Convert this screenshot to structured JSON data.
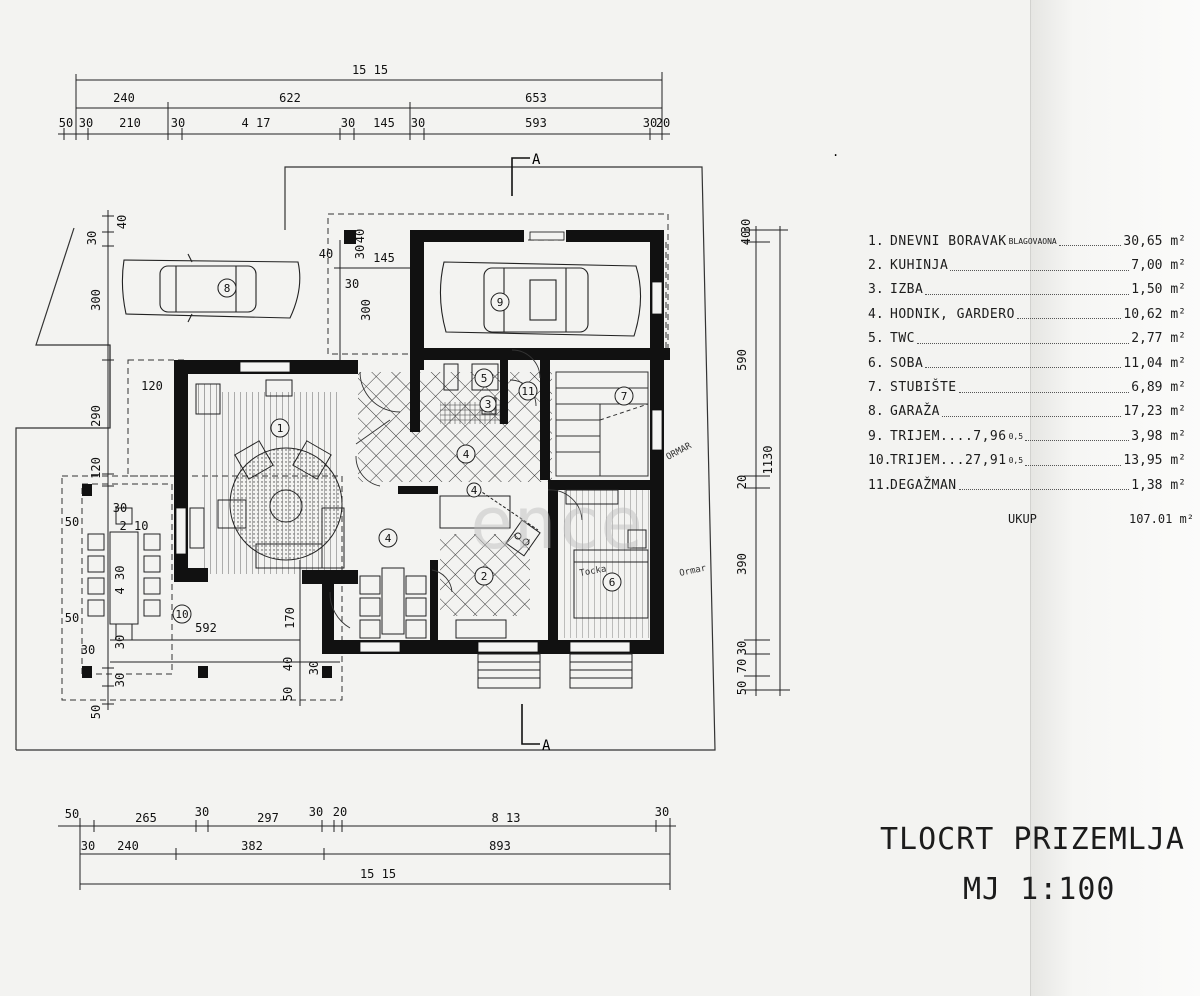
{
  "dimensions": {
    "top": {
      "overall": "15 15",
      "row2": [
        "240",
        "622",
        "653"
      ],
      "row3": [
        "50",
        "30",
        "210",
        "30",
        "4 17",
        "30",
        "145",
        "30",
        "593",
        "30",
        "20"
      ]
    },
    "bottom": {
      "row1": [
        "50",
        "265",
        "30",
        "297",
        "30",
        "20",
        "8 13",
        "30"
      ],
      "row2": [
        "30",
        "240",
        "382",
        "893"
      ],
      "overall": "15 15"
    },
    "left": [
      "30",
      "40",
      "300",
      "290",
      "120",
      "50",
      "30",
      "2 10",
      "4 30",
      "50",
      "30",
      "30",
      "50"
    ],
    "inner_left": [
      "120",
      "592",
      "170",
      "40",
      "30",
      "50",
      "30"
    ],
    "parking": [
      "40",
      "145",
      "30",
      "40",
      "30",
      "300"
    ],
    "right": [
      "30",
      "40",
      "590",
      "20",
      "390",
      "30",
      "70",
      "50",
      "1130"
    ],
    "section_marks": [
      "A",
      "A"
    ]
  },
  "room_numbers": [
    "1",
    "2",
    "3",
    "4",
    "5",
    "6",
    "7",
    "8",
    "9",
    "10",
    "11",
    "4",
    "4"
  ],
  "plan_notes": [
    "ORMAR",
    "Ormar",
    "Tocka"
  ],
  "watermark": "ence",
  "legend": [
    {
      "num": "1.",
      "name": "DNEVNI BORAVAK",
      "note": "BLAGOVAONA",
      "value": "30,65 m²"
    },
    {
      "num": "2.",
      "name": "KUHINJA",
      "note": "",
      "value": "7,00 m²"
    },
    {
      "num": "3.",
      "name": "IZBA",
      "note": "",
      "value": "1,50 m²"
    },
    {
      "num": "4.",
      "name": "HODNIK, GARDERO",
      "note": "",
      "value": "10,62 m²"
    },
    {
      "num": "5.",
      "name": "TWC",
      "note": "",
      "value": "2,77 m²"
    },
    {
      "num": "6.",
      "name": "SOBA",
      "note": "",
      "value": "11,04 m²"
    },
    {
      "num": "7.",
      "name": "STUBIŠTE",
      "note": "",
      "value": "6,89 m²"
    },
    {
      "num": "8.",
      "name": "GARAŽA",
      "note": "",
      "value": "17,23 m²"
    },
    {
      "num": "9.",
      "name": "TRIJEM....7,96",
      "note": "0,5",
      "value": "3,98 m²"
    },
    {
      "num": "10.",
      "name": "TRIJEM...27,91",
      "note": "0,5",
      "value": "13,95 m²"
    },
    {
      "num": "11.",
      "name": "DEGAŽMAN",
      "note": "",
      "value": "1,38 m²"
    }
  ],
  "total": {
    "label": "UKUP",
    "value": "107.01 m²"
  },
  "title": "TLOCRT PRIZEMLJA",
  "scale": "MJ 1:100"
}
